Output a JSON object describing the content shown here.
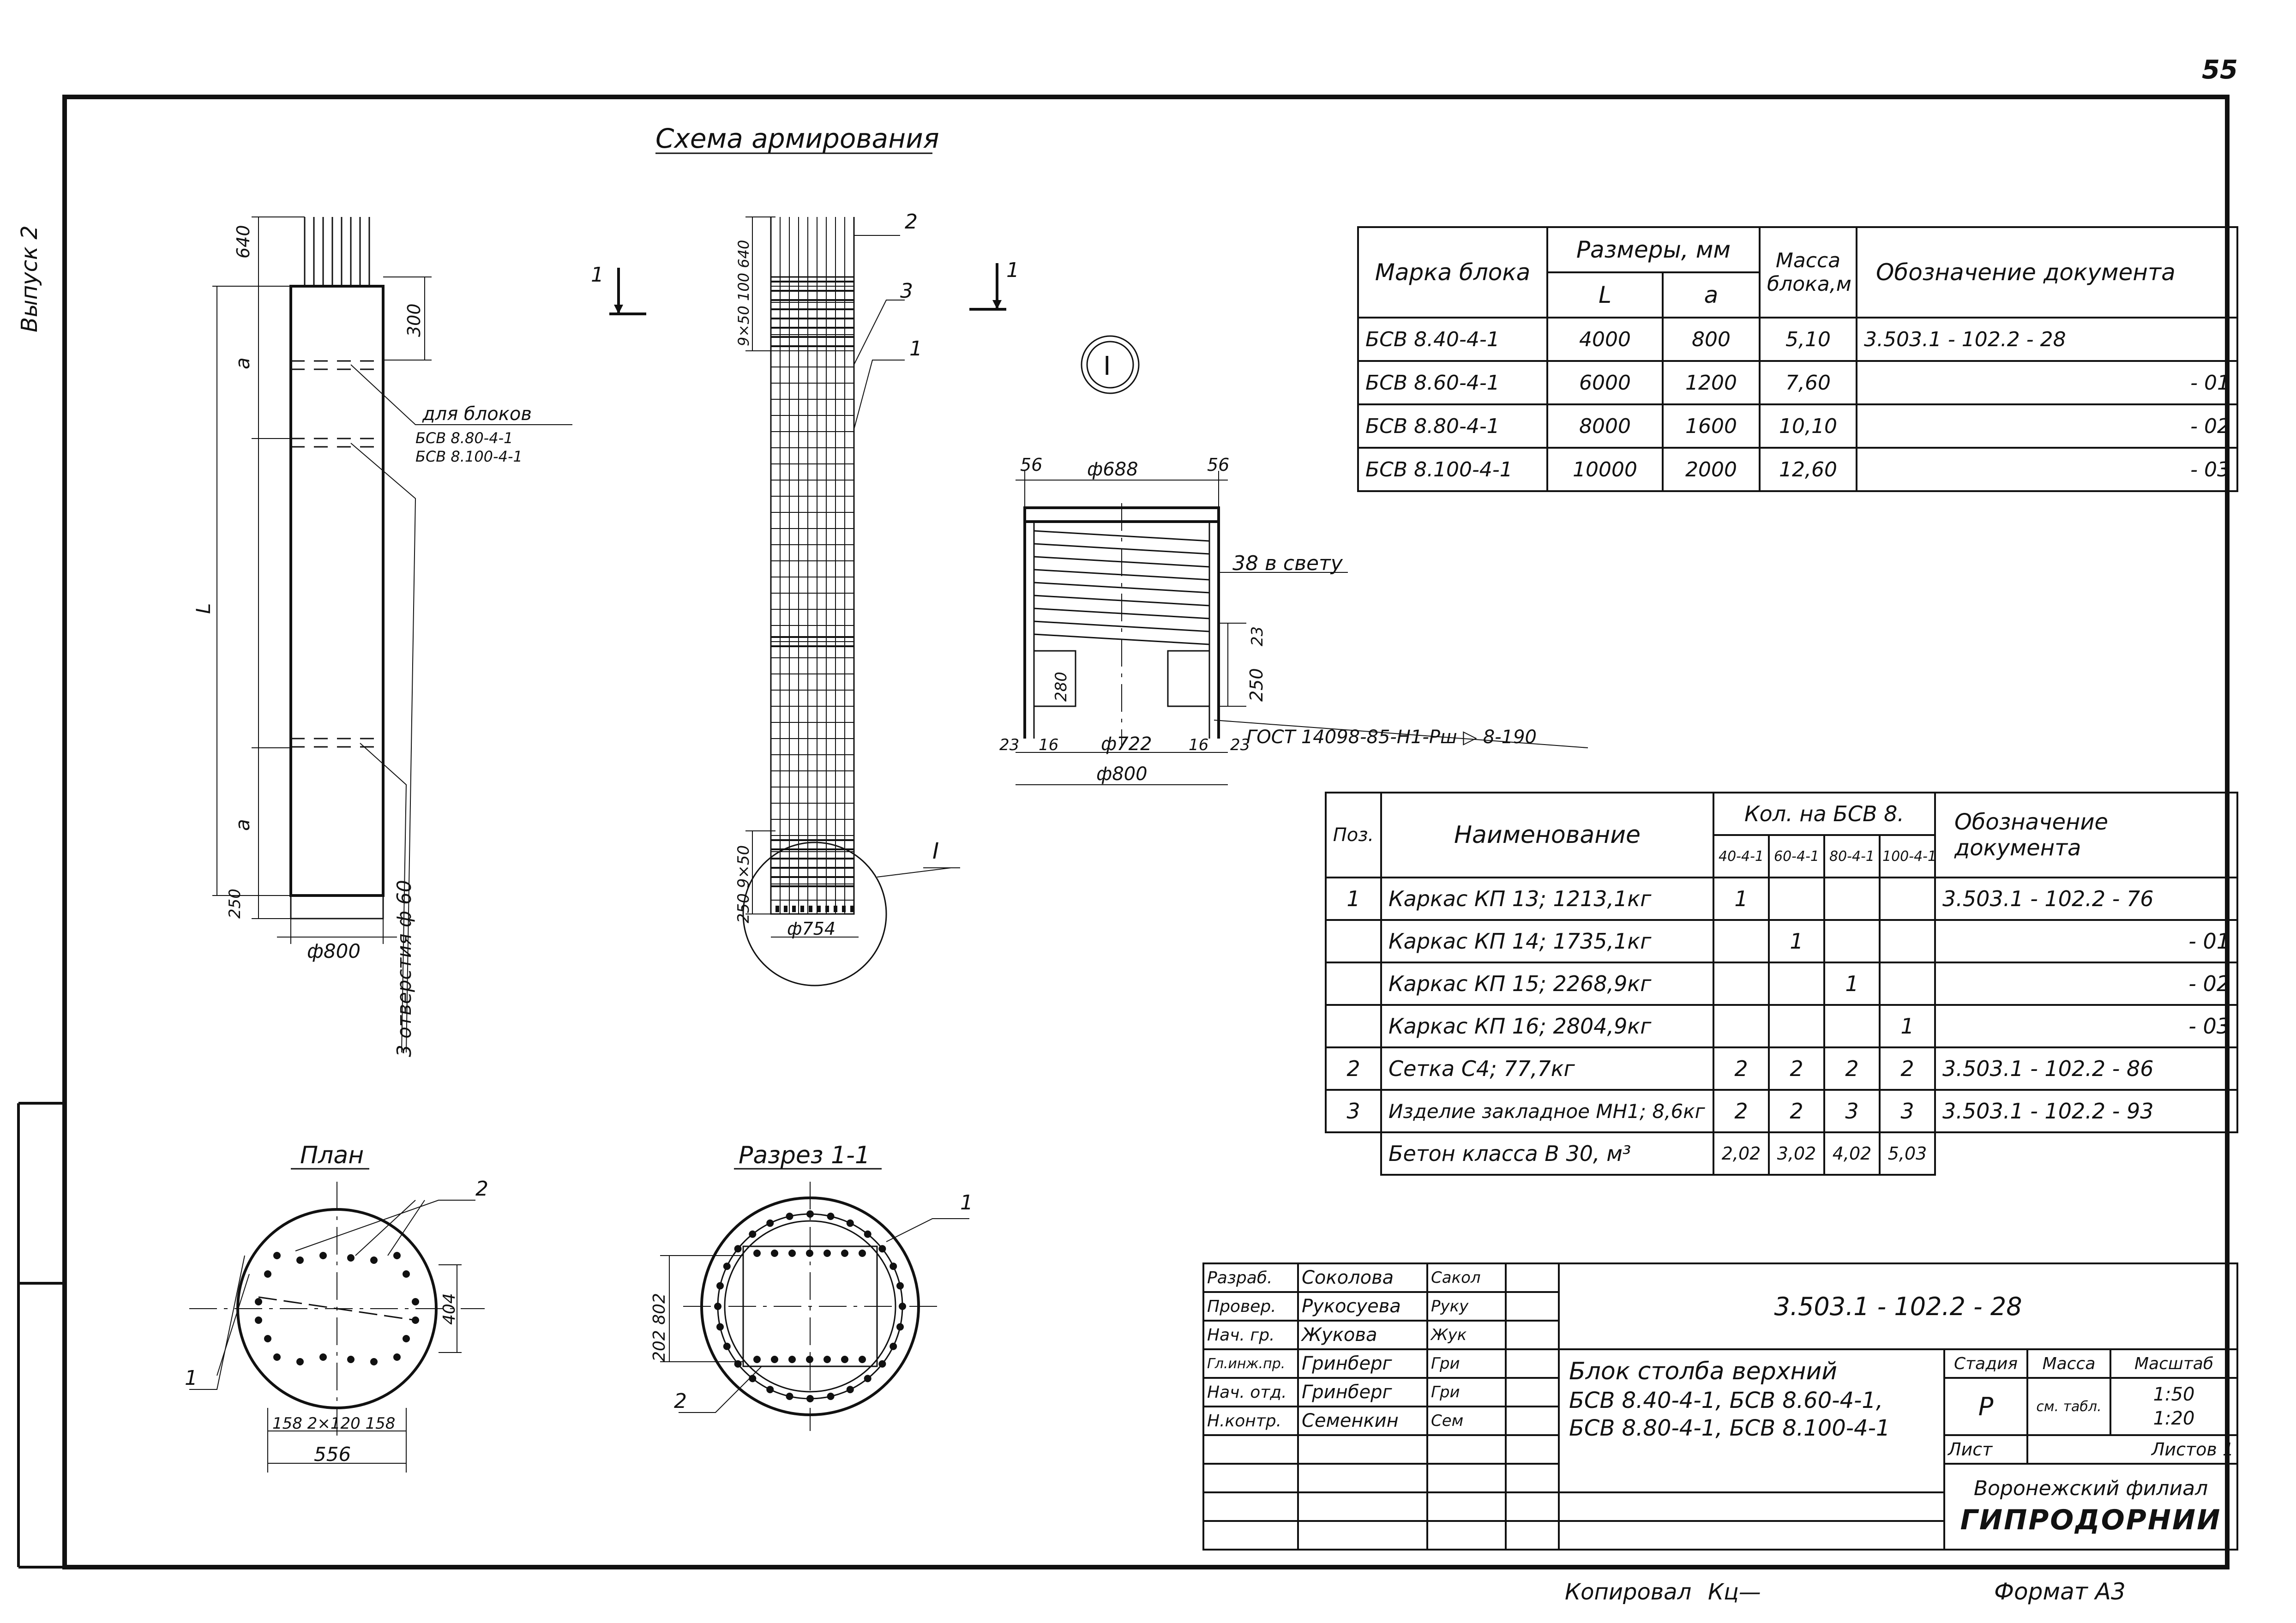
{
  "page_number": "55",
  "side_label": "Выпуск 2",
  "scheme_title": "Схема армирования",
  "left_view": {
    "dims": [
      "640",
      "300",
      "a",
      "L",
      "a",
      "250"
    ],
    "diameter": "ф800",
    "note_title": "для блоков",
    "note_line1": "БСВ 8.80-4-1",
    "note_line2": "БСВ 8.100-4-1",
    "holes_note": "3 отверстия ф 60"
  },
  "section_marks": [
    "1",
    "1"
  ],
  "middle_view": {
    "top_dims": "9×50 100 640",
    "bottom_dims": "250 9×50",
    "diameter": "ф754",
    "positions": [
      "2",
      "3",
      "1"
    ],
    "detail_mark": "I"
  },
  "detail": {
    "mark": "I",
    "d_top": "ф688",
    "edge_left": "56",
    "edge_right": "56",
    "clearance": "38 в свету",
    "h_right_top": "23",
    "h_right": "250",
    "h_left": "280",
    "gost": "ГОСТ 14098-85-Н1-Рш ▷ 8-190",
    "bottom_left": "23",
    "bottom_16a": "16",
    "d_inner": "ф722",
    "bottom_16b": "16",
    "bottom_right": "23",
    "d_outer": "ф800"
  },
  "blocks_table": {
    "headers": {
      "mark": "Марка блока",
      "sizes": "Размеры, мм",
      "L": "L",
      "a": "a",
      "mass": "Масса блока,м",
      "doc": "Обозначение документа"
    },
    "rows": [
      {
        "mark": "БСВ 8.40-4-1",
        "L": "4000",
        "a": "800",
        "mass": "5,10",
        "doc": "3.503.1 - 102.2 - 28"
      },
      {
        "mark": "БСВ 8.60-4-1",
        "L": "6000",
        "a": "1200",
        "mass": "7,60",
        "doc": "- 01"
      },
      {
        "mark": "БСВ 8.80-4-1",
        "L": "8000",
        "a": "1600",
        "mass": "10,10",
        "doc": "- 02"
      },
      {
        "mark": "БСВ 8.100-4-1",
        "L": "10000",
        "a": "2000",
        "mass": "12,60",
        "doc": "- 03"
      }
    ]
  },
  "spec_table": {
    "headers": {
      "pos": "Поз.",
      "name": "Наименование",
      "qty": "Кол. на БСВ 8.",
      "q1": "40-4-1",
      "q2": "60-4-1",
      "q3": "80-4-1",
      "q4": "100-4-1",
      "doc": "Обозначение документа"
    },
    "rows": [
      {
        "pos": "1",
        "name": "Каркас КП 13;  1213,1кг",
        "q1": "1",
        "q2": "",
        "q3": "",
        "q4": "",
        "doc": "3.503.1 - 102.2 - 76"
      },
      {
        "pos": "",
        "name": "Каркас КП 14;  1735,1кг",
        "q1": "",
        "q2": "1",
        "q3": "",
        "q4": "",
        "doc": "- 01"
      },
      {
        "pos": "",
        "name": "Каркас КП 15;  2268,9кг",
        "q1": "",
        "q2": "",
        "q3": "1",
        "q4": "",
        "doc": "- 02"
      },
      {
        "pos": "",
        "name": "Каркас КП 16;  2804,9кг",
        "q1": "",
        "q2": "",
        "q3": "",
        "q4": "1",
        "doc": "- 03"
      },
      {
        "pos": "2",
        "name": "Сетка С4;     77,7кг",
        "q1": "2",
        "q2": "2",
        "q3": "2",
        "q4": "2",
        "doc": "3.503.1 - 102.2 - 86"
      },
      {
        "pos": "3",
        "name": "Изделие закладное МН1; 8,6кг",
        "q1": "2",
        "q2": "2",
        "q3": "3",
        "q4": "3",
        "doc": "3.503.1 - 102.2 - 93"
      },
      {
        "pos": "",
        "name": "Бетон класса В 30, м³",
        "q1": "2,02",
        "q2": "3,02",
        "q3": "4,02",
        "q4": "5,03",
        "doc": ""
      }
    ]
  },
  "plan": {
    "title": "План",
    "marks": [
      "2",
      "1"
    ],
    "dim_right": "404",
    "dims_bottom": "158  2×120  158",
    "dim_total": "556"
  },
  "section": {
    "title": "Разрез 1-1",
    "marks": [
      "1",
      "2"
    ],
    "dims_left": "202  802"
  },
  "stamp": {
    "code": "3.503.1 - 102.2 - 28",
    "roles": [
      "Разраб.",
      "Провер.",
      "Нач. гр.",
      "Гл.инж.пр.",
      "Нач. отд.",
      "Н.контр."
    ],
    "names": [
      "Соколова",
      "Рукосуева",
      "Жукова",
      "Гринберг",
      "Гринберг",
      "Семенкин"
    ],
    "title1": "Блок столба верхний",
    "title2": "БСВ 8.40-4-1,  БСВ 8.60-4-1,",
    "title3": "БСВ 8.80-4-1,  БСВ 8.100-4-1",
    "stage_label": "Стадия",
    "mass_label": "Масса",
    "scale_label": "Масштаб",
    "stage": "Р",
    "mass": "см. табл.",
    "scale1": "1:50",
    "scale2": "1:20",
    "sheet_label": "Лист",
    "sheets_label": "Листов 1",
    "org1": "Воронежский филиал",
    "org2": "ГИПРОДОРНИИ"
  },
  "copied": "Копировал",
  "format": "Формат А3"
}
